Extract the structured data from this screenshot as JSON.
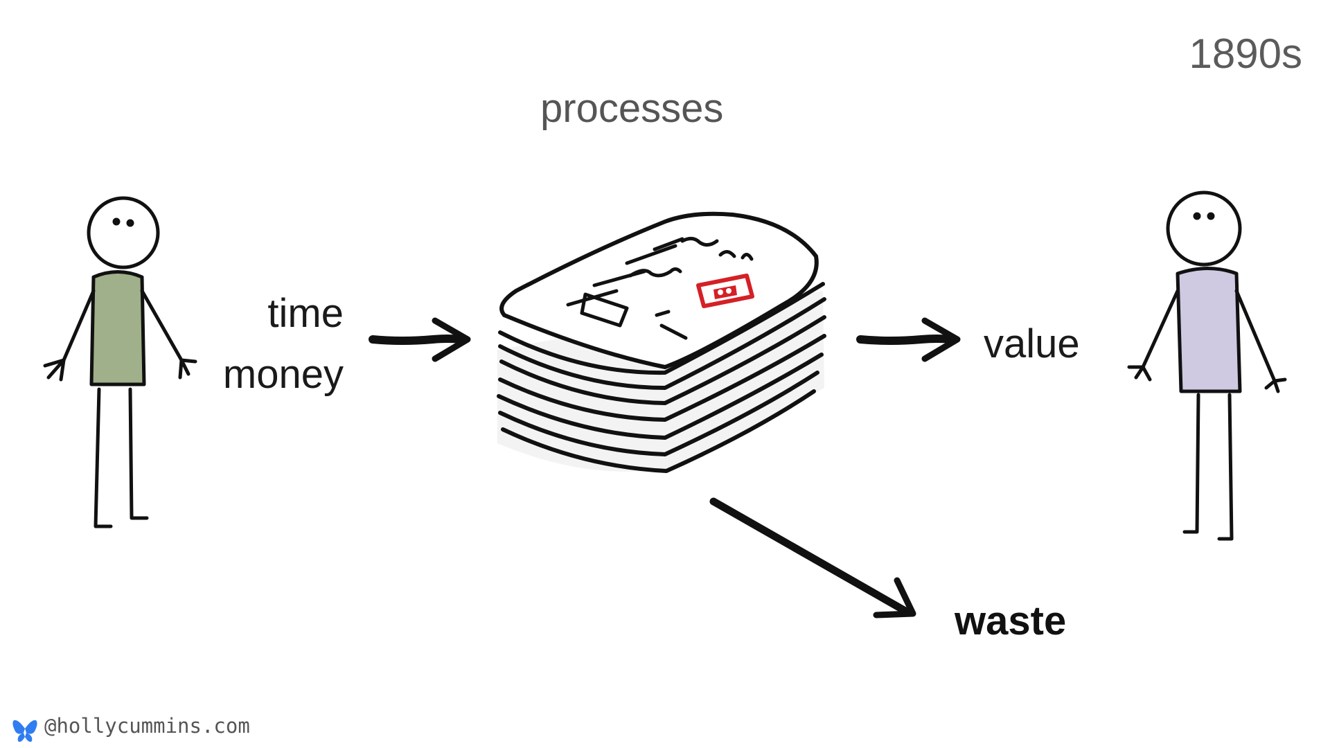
{
  "slide": {
    "era": "1890s",
    "title": "processes",
    "inputs": [
      "time",
      "money"
    ],
    "output": "value",
    "byproduct": "waste",
    "credit": {
      "handle": "@hollycummins.com",
      "icon": "butterfly-icon"
    }
  },
  "colors": {
    "left_person_shirt": "#9fb08a",
    "right_person_shirt": "#cfc9e2",
    "stamp": "#d42026",
    "ink": "#111111",
    "credit_icon": "#2f7df0"
  }
}
